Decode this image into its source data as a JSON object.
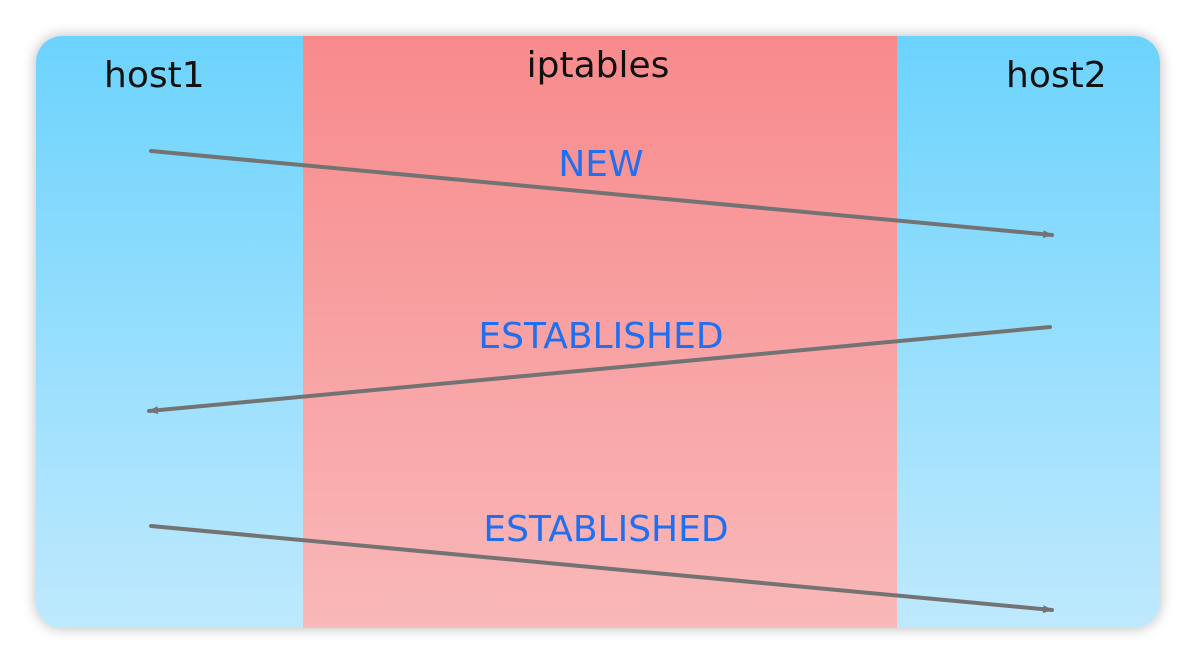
{
  "headers": {
    "host1": "host1",
    "iptables": "iptables",
    "host2": "host2"
  },
  "flows": [
    {
      "label": "NEW",
      "direction": "host1-to-host2"
    },
    {
      "label": "ESTABLISHED",
      "direction": "host2-to-host1"
    },
    {
      "label": "ESTABLISHED",
      "direction": "host1-to-host2"
    }
  ],
  "colors": {
    "host_top": "#6cd3fd",
    "host_bottom": "#bfe9fd",
    "iptables_top": "#f88a8c",
    "iptables_bottom": "#f9b8b9",
    "arrow": "#737373",
    "label": "#1f6ff0",
    "header_text": "#111111"
  }
}
